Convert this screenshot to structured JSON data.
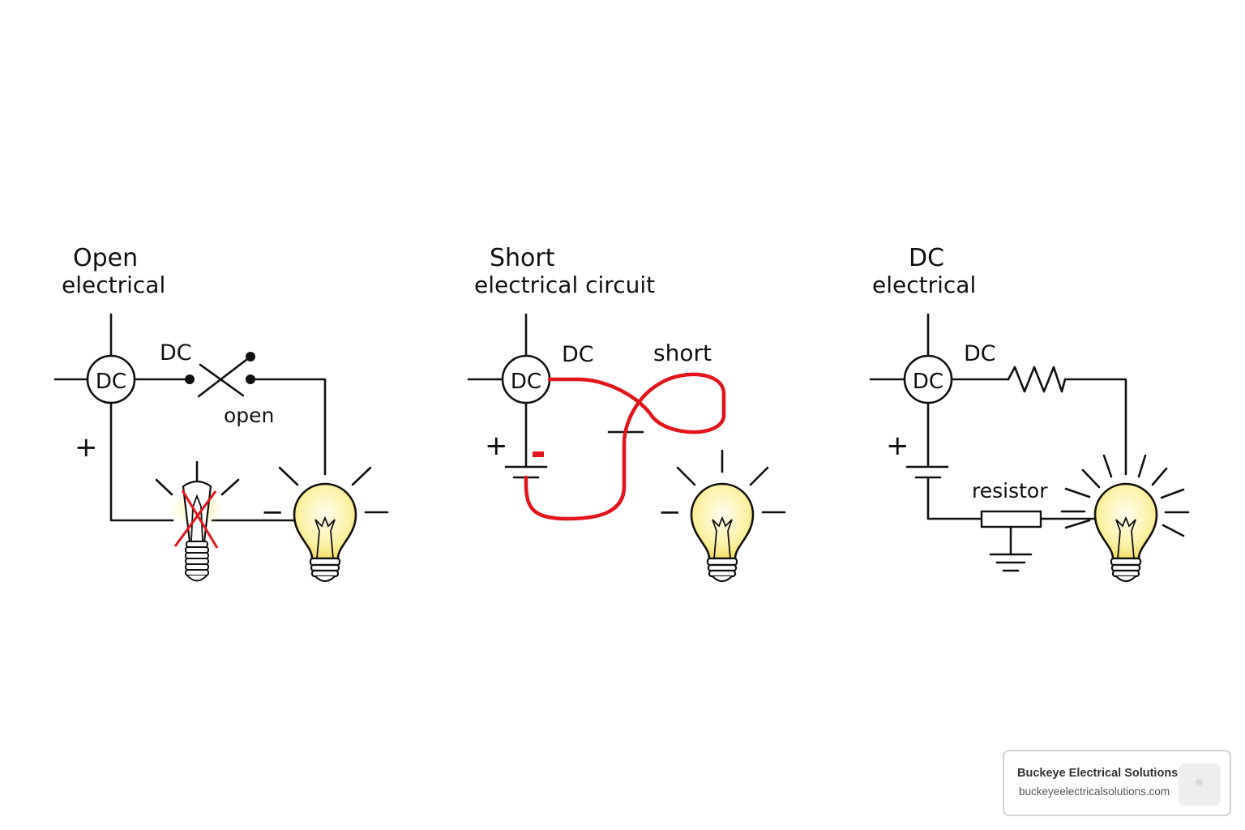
{
  "panels": {
    "open": {
      "title": "Open",
      "subtitle": "electrical",
      "source_label": "DC",
      "wire_label": "DC",
      "switch_label": "open",
      "plus": "+",
      "minus": "−"
    },
    "short": {
      "title": "Short",
      "subtitle": "electrical circuit",
      "source_label": "DC",
      "wire_label": "DC",
      "short_label": "short",
      "plus": "+",
      "minus": "−"
    },
    "dc": {
      "title": "DC",
      "subtitle": "electrical",
      "source_label": "DC",
      "wire_label": "DC",
      "resistor_label": "resistor",
      "plus": "+",
      "minus": "−"
    }
  },
  "colors": {
    "wire": "#111111",
    "short_wire": "#e2141c",
    "bulb_glass": "#fbf2a6",
    "cross_mark": "#e2141c"
  },
  "icons": [
    "dc-source-icon",
    "switch-icon",
    "light-bulb-icon",
    "battery-icon",
    "resistor-icon",
    "ground-icon",
    "logo-icon"
  ],
  "brand": {
    "name": "Buckeye Electrical Solutions",
    "url": "buckeyeelectricalsolutions.com"
  }
}
